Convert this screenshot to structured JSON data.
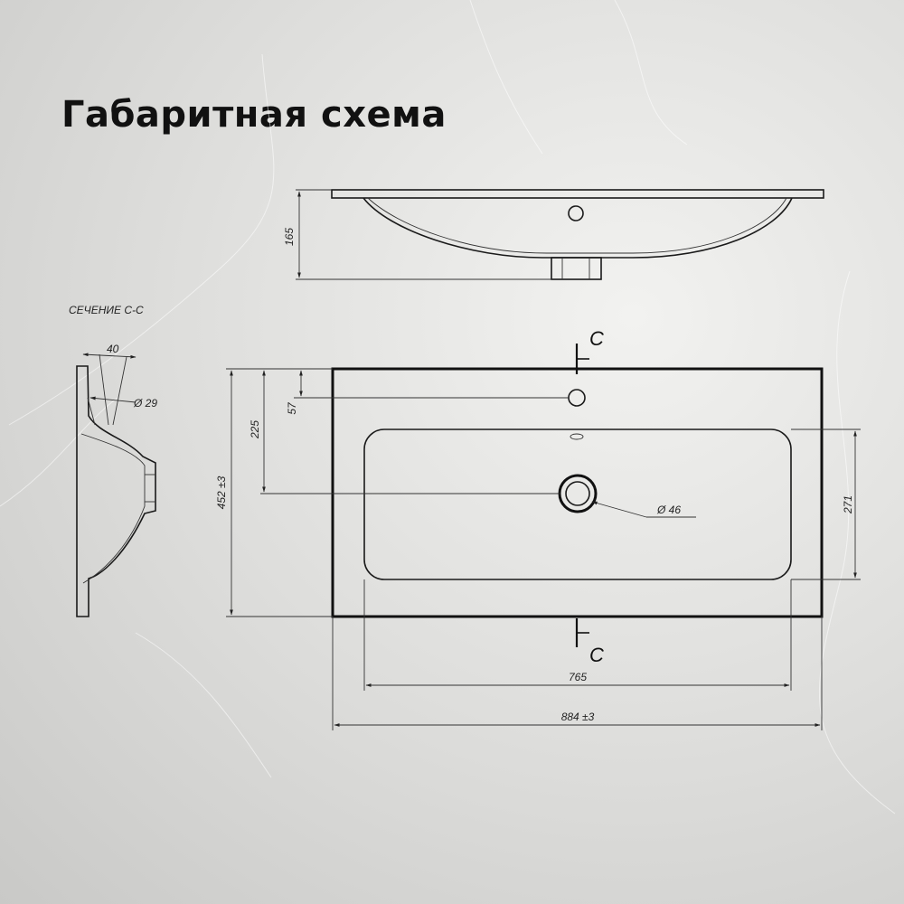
{
  "title": "Габаритная схема",
  "section_label": "СЕЧЕНИЕ С-С",
  "dimensions": {
    "side_height": "165",
    "sec_40": "40",
    "sec_d29": "Ø 29",
    "d57": "57",
    "d225": "225",
    "d452": "452 ±3",
    "d271": "271",
    "d46": "Ø 46",
    "d765": "765",
    "d884": "884 ±3"
  },
  "section_marks": {
    "top": "C",
    "bottom": "C"
  },
  "colors": {
    "line": "#111111",
    "background": "#dcdcda"
  }
}
